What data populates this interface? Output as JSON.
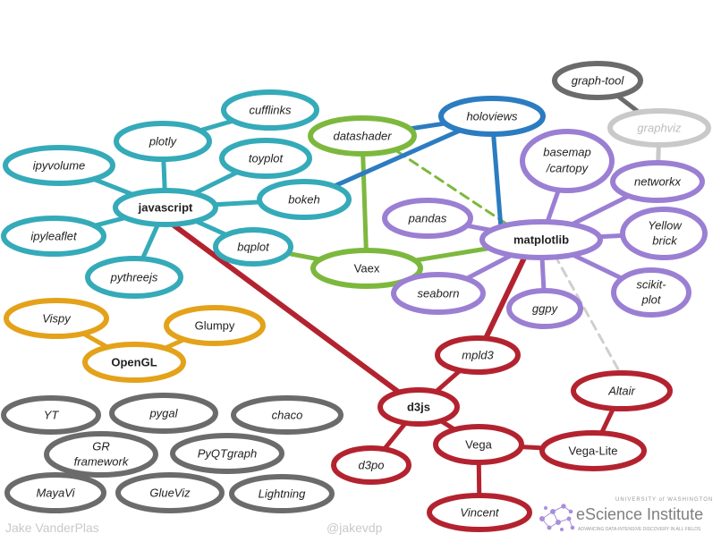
{
  "colors": {
    "teal": "#35aab9",
    "green": "#7db83e",
    "blue": "#2b7cc0",
    "purple": "#9b7fd3",
    "red": "#b3232f",
    "orange": "#e3a21a",
    "gray": "#6b6b6b",
    "lightgray": "#c9c9c9",
    "dashgray": "#cfcfcf",
    "dashgreen": "#7db83e"
  },
  "nodes": {
    "javascript": {
      "label": "javascript"
    },
    "plotly": {
      "label": "plotly"
    },
    "cufflinks": {
      "label": "cufflinks"
    },
    "ipyvolume": {
      "label": "ipyvolume"
    },
    "toyplot": {
      "label": "toyplot"
    },
    "ipyleaflet": {
      "label": "ipyleaflet"
    },
    "bokeh": {
      "label": "bokeh"
    },
    "bqplot": {
      "label": "bqplot"
    },
    "pythreejs": {
      "label": "pythreejs"
    },
    "datashader": {
      "label": "datashader"
    },
    "holoviews": {
      "label": "holoviews"
    },
    "vaex": {
      "label": "Vaex"
    },
    "graph_tool": {
      "label": "graph-tool"
    },
    "graphviz": {
      "label": "graphviz"
    },
    "basemap": {
      "label1": "basemap",
      "label2": "/cartopy"
    },
    "networkx": {
      "label": "networkx"
    },
    "pandas": {
      "label": "pandas"
    },
    "matplotlib": {
      "label": "matplotlib"
    },
    "yellowbrick": {
      "label1": "Yellow",
      "label2": "brick"
    },
    "seaborn": {
      "label": "seaborn"
    },
    "ggpy": {
      "label": "ggpy"
    },
    "scikit_plot": {
      "label1": "scikit-",
      "label2": "plot"
    },
    "vispy": {
      "label": "Vispy"
    },
    "glumpy": {
      "label": "Glumpy"
    },
    "opengl": {
      "label": "OpenGL"
    },
    "mpld3": {
      "label": "mpld3"
    },
    "d3js": {
      "label": "d3js"
    },
    "altair": {
      "label": "Altair"
    },
    "vega": {
      "label": "Vega"
    },
    "vega_lite": {
      "label": "Vega-Lite"
    },
    "d3po": {
      "label": "d3po"
    },
    "vincent": {
      "label": "Vincent"
    },
    "yt": {
      "label": "YT"
    },
    "pygal": {
      "label": "pygal"
    },
    "chaco": {
      "label": "chaco"
    },
    "gr": {
      "label1": "GR",
      "label2": "framework"
    },
    "pyqtgraph": {
      "label": "PyQTgraph"
    },
    "mayavi": {
      "label": "MayaVi"
    },
    "glueviz": {
      "label": "GlueViz"
    },
    "lightning": {
      "label": "Lightning"
    }
  },
  "footer": {
    "author": "Jake VanderPlas",
    "handle": "@jakevdp"
  },
  "institute": {
    "university": "UNIVERSITY of WASHINGTON",
    "name": "eScience Institute",
    "tagline": "ADVANCING DATA-INTENSIVE DISCOVERY IN ALL FIELDS"
  }
}
